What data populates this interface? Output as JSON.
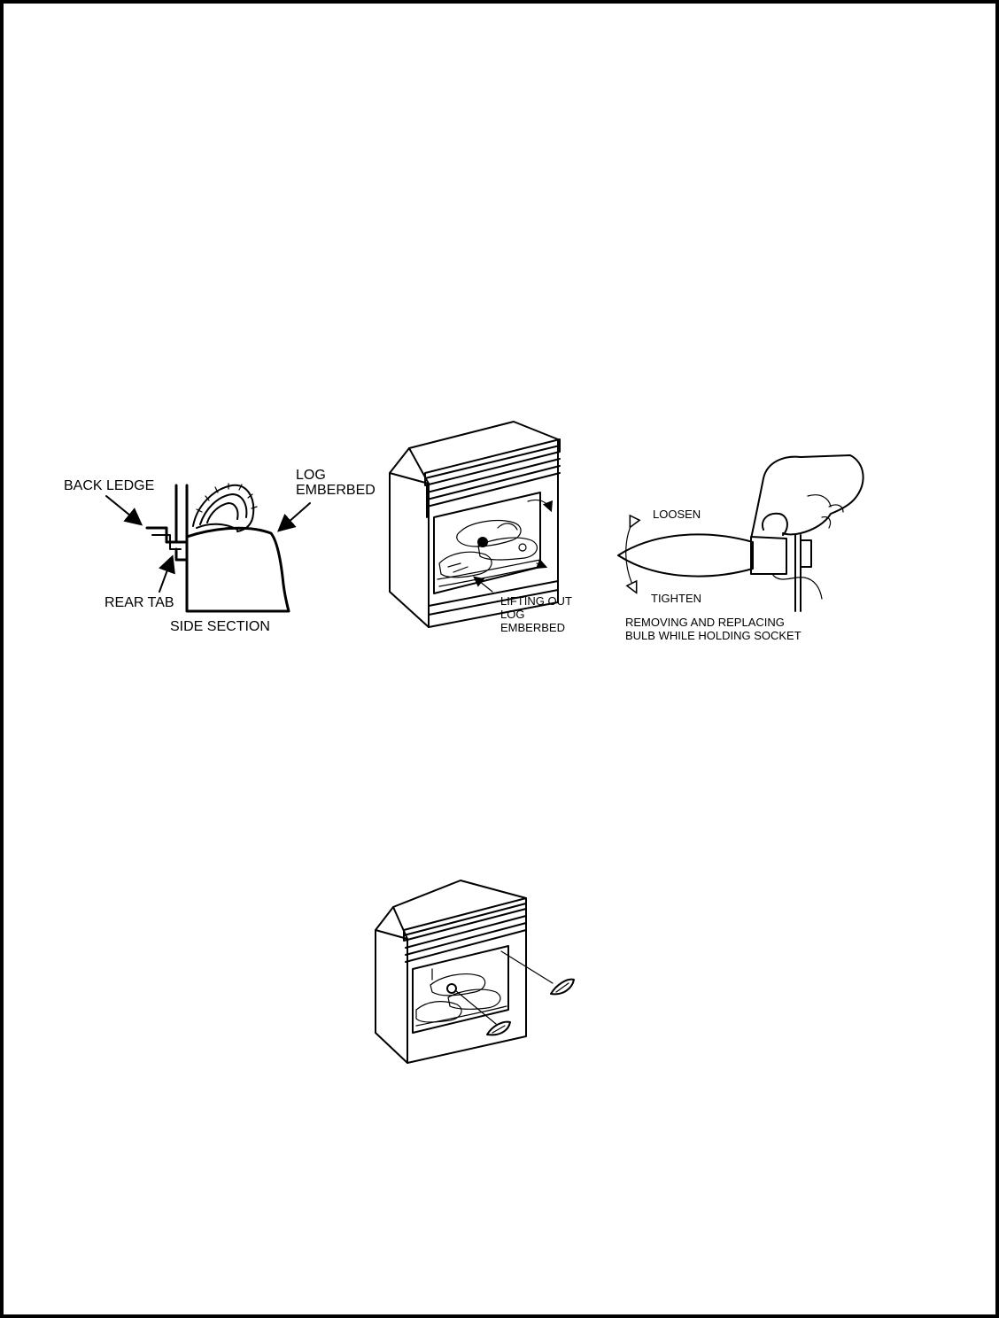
{
  "side_section": {
    "back_ledge": "BACK LEDGE",
    "log_line1": "LOG",
    "log_line2": "EMBERBED",
    "rear_tab": "REAR TAB",
    "caption": "SIDE SECTION"
  },
  "lifting_out": {
    "line1": "LIFTING OUT",
    "line2": "LOG",
    "line3": "EMBERBED"
  },
  "bulb": {
    "loosen": "LOOSEN",
    "tighten": "TIGHTEN",
    "caption_line1": "REMOVING AND REPLACING",
    "caption_line2": "BULB WHILE HOLDING SOCKET"
  },
  "colors": {
    "ink": "#000000",
    "paper": "#ffffff"
  }
}
